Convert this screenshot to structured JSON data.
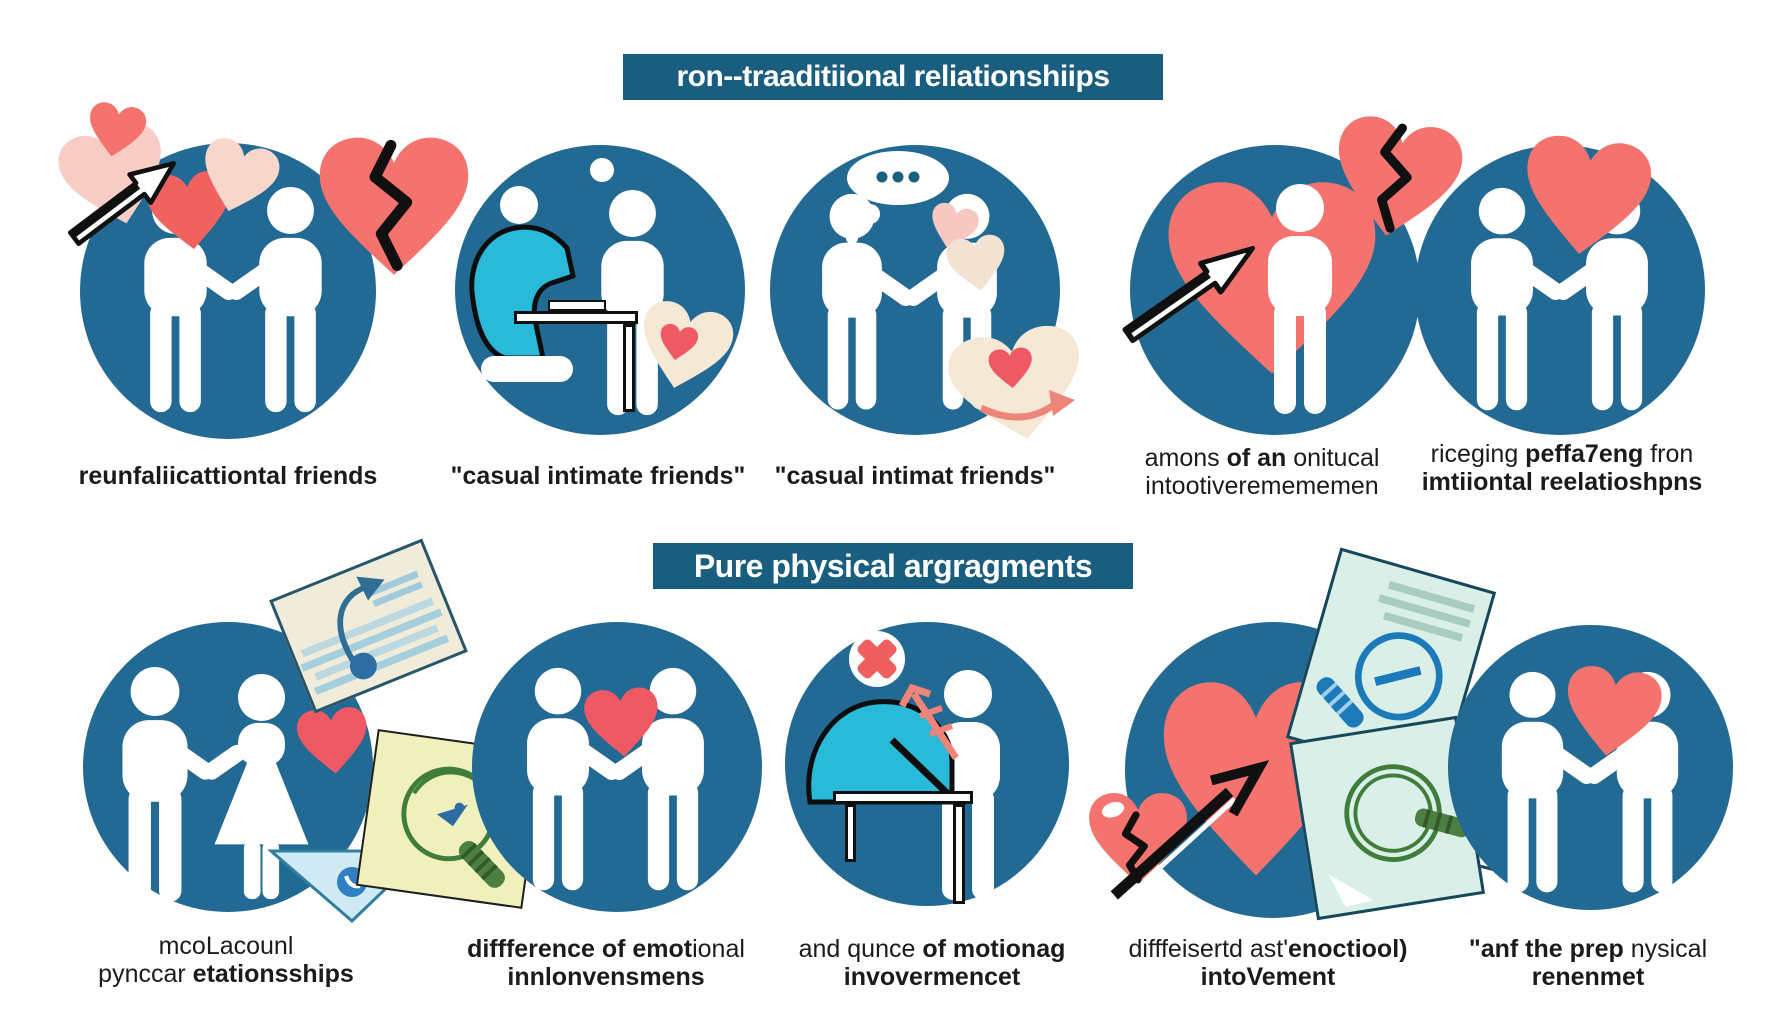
{
  "banners": {
    "top": "ron--traaditiional reliationshiips",
    "middle": "Pure physical argragments"
  },
  "colors": {
    "circle_blue": "#226a94",
    "banner_blue": "#195e7e",
    "heart_salmon": "#f4736e",
    "heart_red": "#ee5964",
    "heart_pink": "#f7cdc6",
    "heart_cream": "#f5e9d6",
    "figure_white": "#ffffff",
    "figure_teal": "#29b9d9",
    "doc_mint": "#d9efe8",
    "note_yellow": "#eff0bc",
    "doc_cream": "#f1ecd9",
    "triangle_blue": "#cfeaf4",
    "text_dark": "#1b1b1b"
  },
  "row1": {
    "c1": {
      "icons": [
        "two-figures-holding-hands",
        "pink-hearts-cluster",
        "striped-arrow",
        "broken-heart"
      ],
      "caption": [
        [
          {
            "t": "reunfaliicattiontal friends",
            "b": true
          }
        ]
      ]
    },
    "c2": {
      "icons": [
        "kneeling-teal-figure",
        "standing-figure",
        "table",
        "heart-card"
      ],
      "caption": [
        [
          {
            "t": "\"casual intimate friends\"",
            "b": true
          }
        ]
      ]
    },
    "c3": {
      "icons": [
        "two-figures-holding-hands",
        "thought-bubble",
        "small-hearts",
        "heart-card-with-arrow"
      ],
      "caption": [
        [
          {
            "t": "\"casual intimat friends\"",
            "b": true
          }
        ]
      ]
    },
    "c4": {
      "icons": [
        "figure-in-heart",
        "striped-arrow",
        "broken-heart"
      ],
      "caption": [
        [
          {
            "t": "amons ",
            "b": false
          },
          {
            "t": "of an",
            "b": true
          },
          {
            "t": " onitucal",
            "b": false
          }
        ],
        [
          {
            "t": "intootiveremememen",
            "b": false
          }
        ]
      ]
    },
    "c5": {
      "icons": [
        "two-figures-holding-hands",
        "heart"
      ],
      "caption": [
        [
          {
            "t": "riceging ",
            "b": false
          },
          {
            "t": "peffa7eng",
            "b": true
          },
          {
            "t": " fron",
            "b": false
          }
        ],
        [
          {
            "t": "imtiiontal reelatioshpns",
            "b": true
          }
        ]
      ]
    }
  },
  "row2": {
    "c1": {
      "icons": [
        "man-and-woman-holding-hands",
        "heart",
        "document-with-curved-arrow",
        "note-with-green-circle",
        "triangle-flag"
      ],
      "caption": [
        [
          {
            "t": "mcoLacounl",
            "b": false
          }
        ],
        [
          {
            "t": "pynccar ",
            "b": false
          },
          {
            "t": "etationsships",
            "b": true
          }
        ]
      ]
    },
    "c2": {
      "icons": [
        "two-figures-holding-hands",
        "heart"
      ],
      "caption": [
        [
          {
            "t": "diffference of emot",
            "b": true
          },
          {
            "t": "ional",
            "b": false
          }
        ],
        [
          {
            "t": "innlonvensmens",
            "b": true
          }
        ]
      ]
    },
    "c3": {
      "icons": [
        "hunched-teal-figure",
        "standing-figure",
        "table",
        "no-sign",
        "arrow-up"
      ],
      "caption": [
        [
          {
            "t": "and qunce ",
            "b": false
          },
          {
            "t": "of motionag",
            "b": true
          }
        ],
        [
          {
            "t": "invovermencet",
            "b": true
          }
        ]
      ]
    },
    "c4": {
      "icons": [
        "heart-with-arrow",
        "broken-heart",
        "documents-with-magnifiers"
      ],
      "caption": [
        [
          {
            "t": "difffeisertd ast'",
            "b": false
          },
          {
            "t": "enoctiool)",
            "b": true
          }
        ],
        [
          {
            "t": "intoVement",
            "b": true
          }
        ]
      ]
    },
    "c5": {
      "icons": [
        "two-figures-holding-hands",
        "heart"
      ],
      "caption": [
        [
          {
            "t": "\"anf the prep ",
            "b": true
          },
          {
            "t": "nysical",
            "b": false
          }
        ],
        [
          {
            "t": "renenmet",
            "b": true
          }
        ]
      ]
    }
  }
}
